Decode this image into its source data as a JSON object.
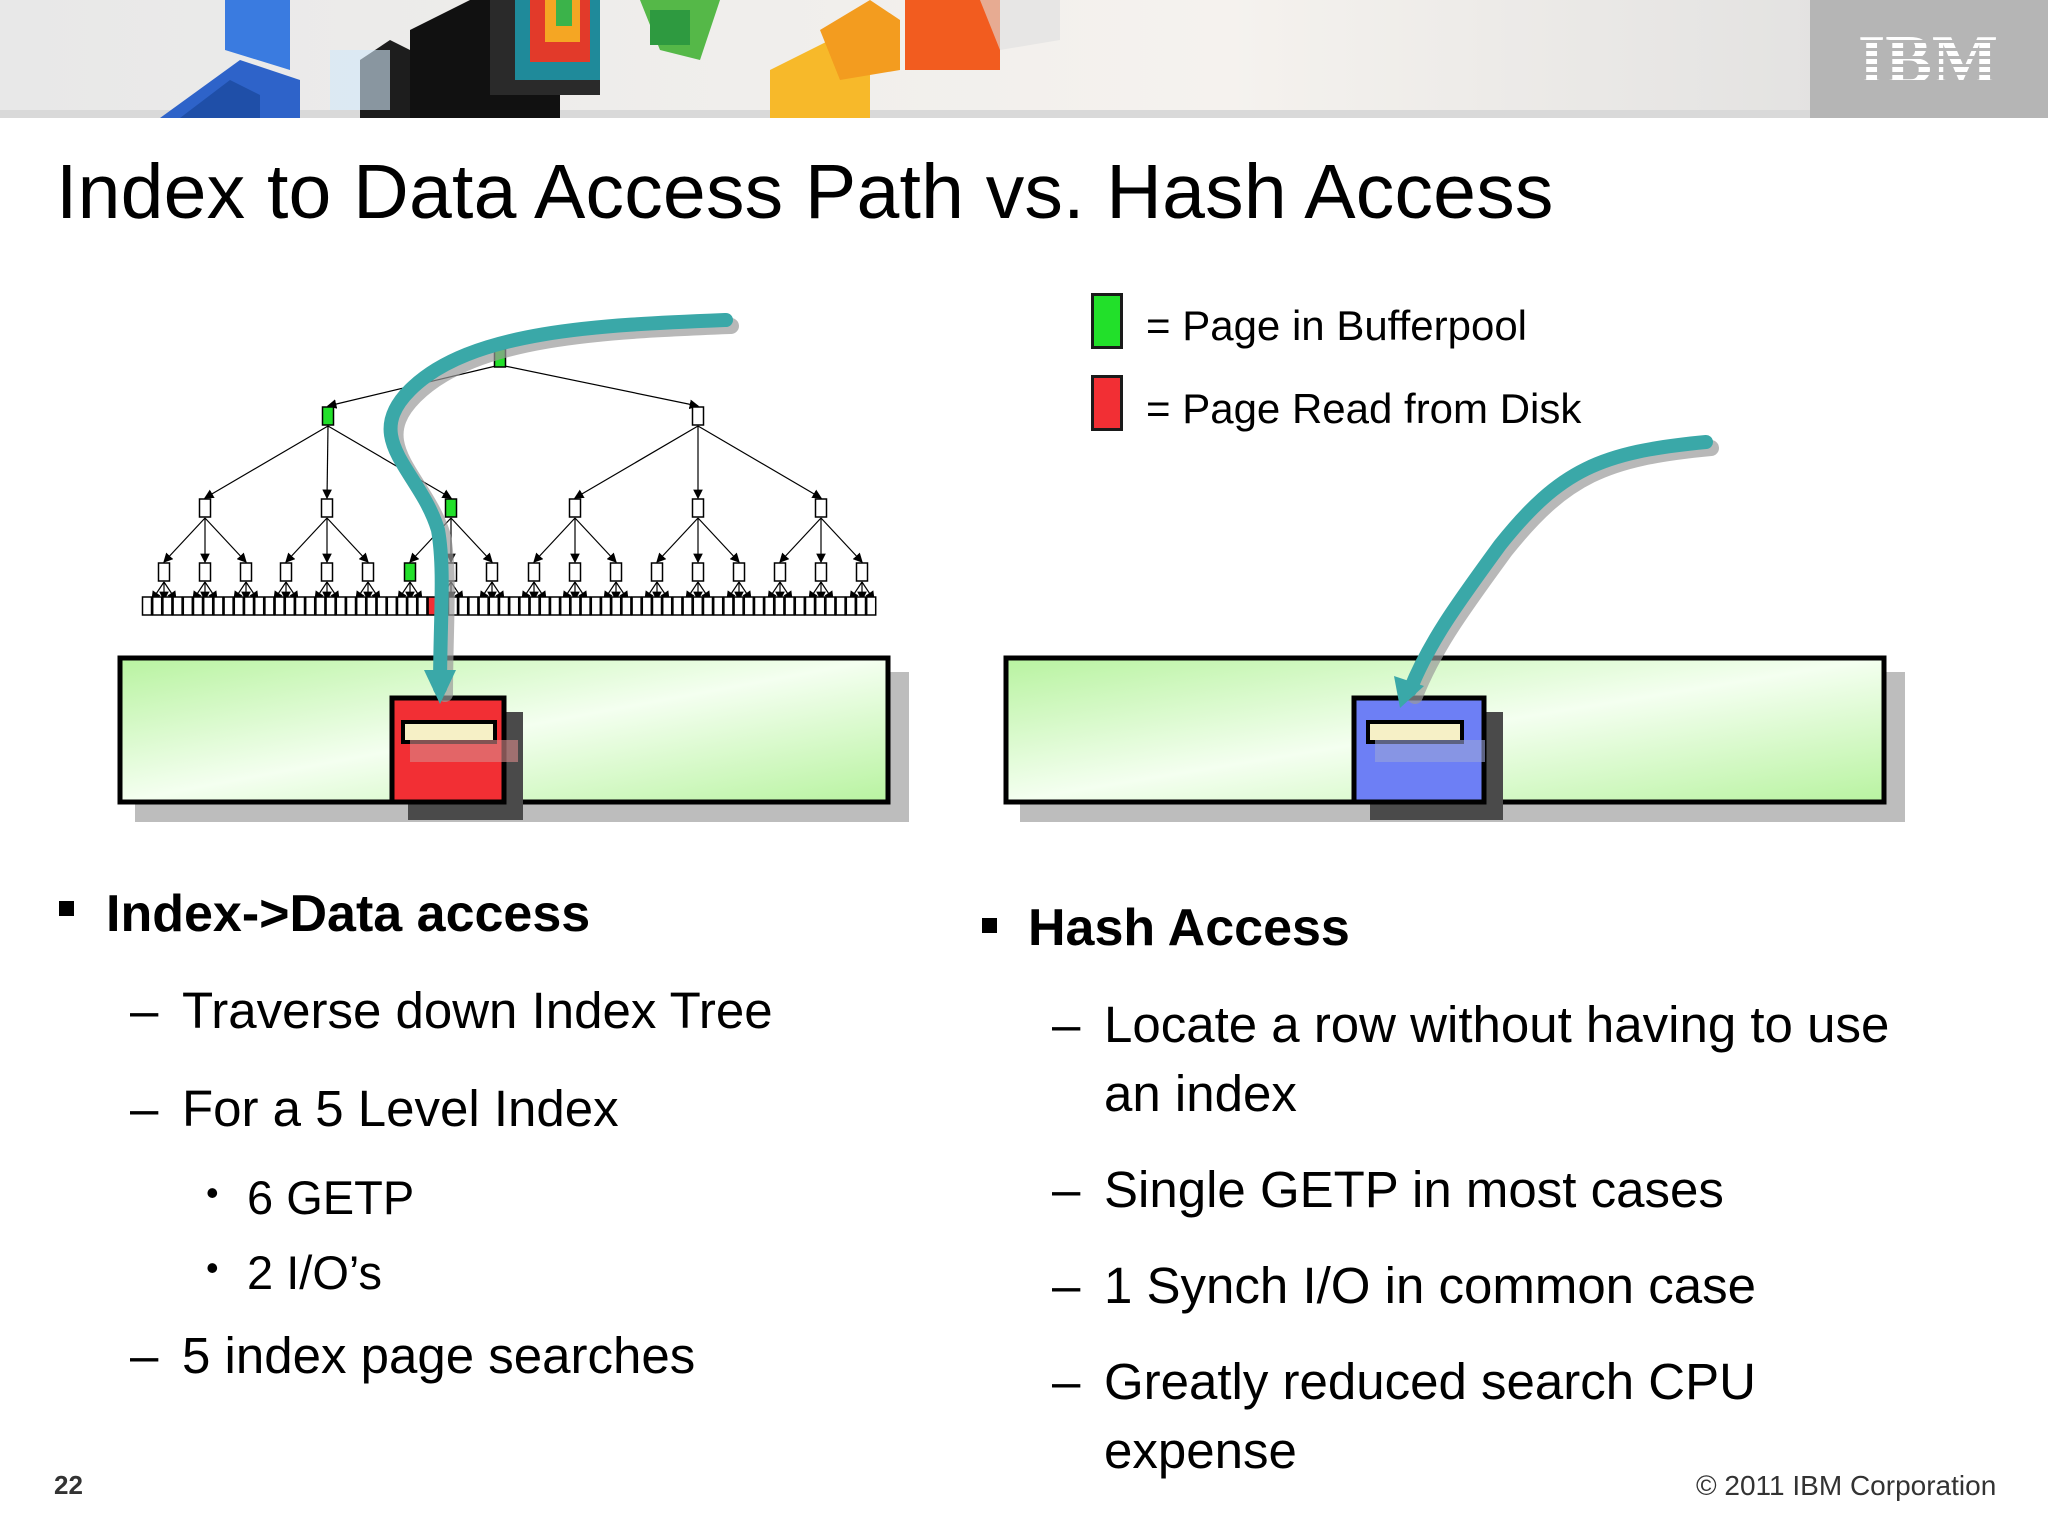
{
  "brand": {
    "logo_text": "IBM"
  },
  "title": "Index to Data Access Path vs. Hash Access",
  "legend": {
    "green_label": "= Page in Bufferpool",
    "red_label": "= Page Read from Disk",
    "green_color": "#22e02a",
    "red_color": "#f22f34"
  },
  "left": {
    "heading": "Index->Data access",
    "items": [
      {
        "text": "Traverse down Index Tree"
      },
      {
        "text": "For a 5 Level Index",
        "sub": [
          "6 GETP",
          "2 I/O’s"
        ]
      },
      {
        "text": "5 index page searches"
      }
    ]
  },
  "right": {
    "heading": "Hash Access",
    "items": [
      {
        "lines": [
          "Locate a row without having to use",
          "an index"
        ]
      },
      {
        "lines": [
          "Single GETP in most cases"
        ]
      },
      {
        "lines": [
          "1 Synch I/O in common case"
        ]
      },
      {
        "lines": [
          "Greatly reduced search CPU",
          "expense"
        ]
      }
    ]
  },
  "colors": {
    "arrow": "#3aa8a8",
    "table_fill": "#c8f7b4",
    "hash_page": "#6d7ff5",
    "banner_gray": "#b5b5b5"
  },
  "footer": {
    "page_number": "22",
    "copyright": "© 2011 IBM Corporation"
  }
}
